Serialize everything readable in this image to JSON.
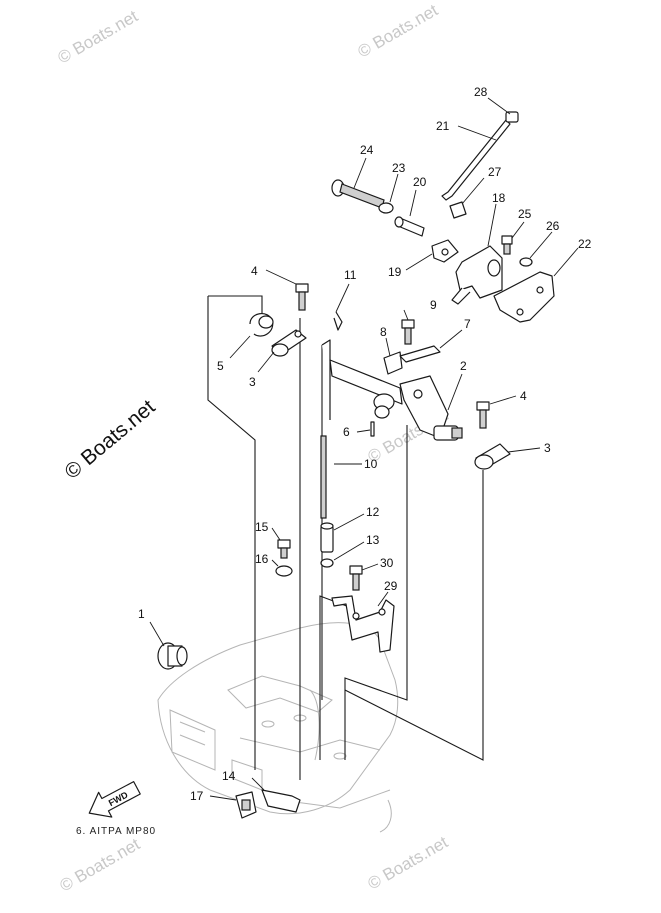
{
  "callouts": [
    {
      "num": "1"
    },
    {
      "num": "2"
    },
    {
      "num": "3"
    },
    {
      "num": "3"
    },
    {
      "num": "4"
    },
    {
      "num": "4"
    },
    {
      "num": "5"
    },
    {
      "num": "6"
    },
    {
      "num": "7"
    },
    {
      "num": "8"
    },
    {
      "num": "9"
    },
    {
      "num": "10"
    },
    {
      "num": "11"
    },
    {
      "num": "12"
    },
    {
      "num": "13"
    },
    {
      "num": "14"
    },
    {
      "num": "15"
    },
    {
      "num": "16"
    },
    {
      "num": "17"
    },
    {
      "num": "18"
    },
    {
      "num": "19"
    },
    {
      "num": "20"
    },
    {
      "num": "21"
    },
    {
      "num": "22"
    },
    {
      "num": "23"
    },
    {
      "num": "24"
    },
    {
      "num": "25"
    },
    {
      "num": "26"
    },
    {
      "num": "27"
    },
    {
      "num": "28"
    },
    {
      "num": "29"
    },
    {
      "num": "30"
    }
  ],
  "direction_label": "FWD",
  "figure_code": "6. AITPA MP80",
  "watermark_main": "© Boats.net",
  "watermark_faint": "© Boats.net",
  "colors": {
    "line": "#1a1a1a",
    "watermark": "#c8c8c8",
    "background": "#ffffff"
  }
}
